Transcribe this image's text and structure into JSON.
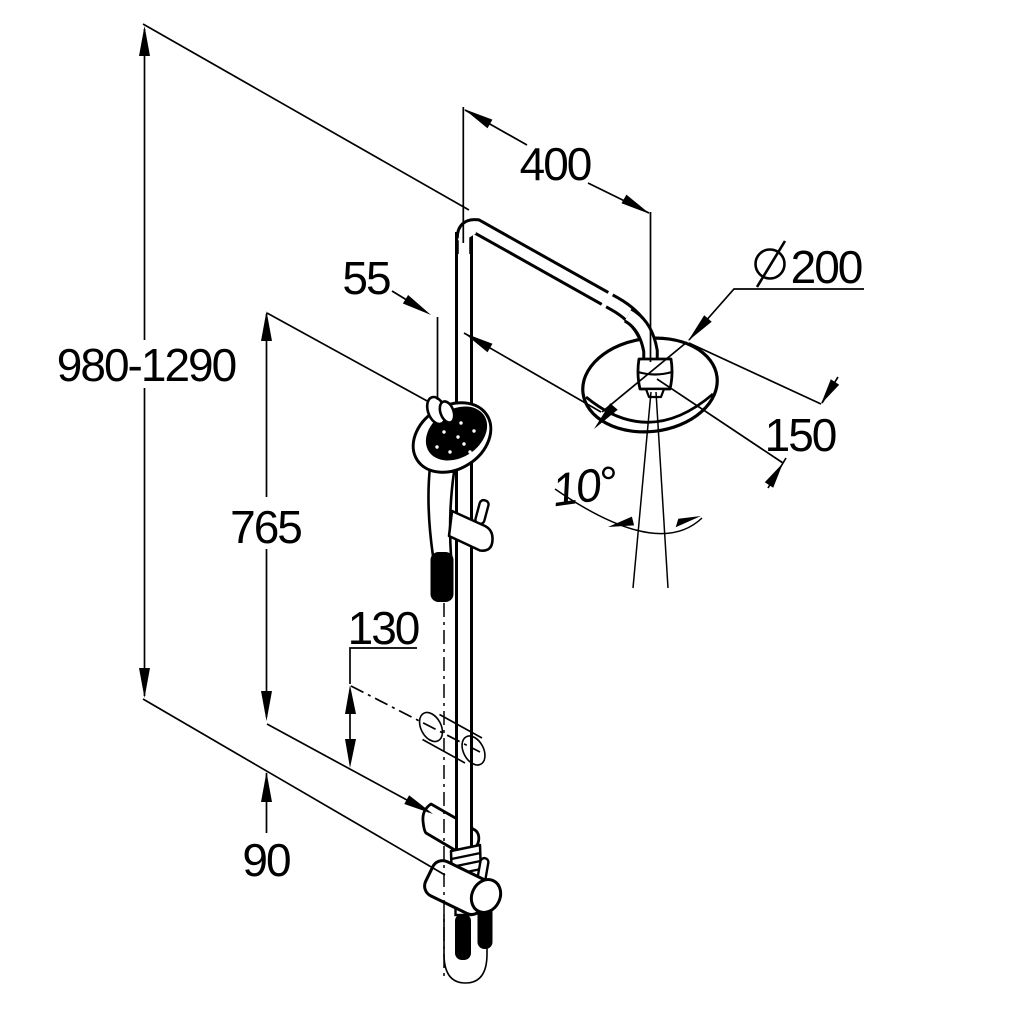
{
  "page": {
    "background": "#ffffff",
    "ink": "#000000",
    "description": "Technical dimension drawing of a shower column system with overhead shower and hand shower"
  },
  "drawing": {
    "labels": {
      "height_range": "980-1290",
      "arm_projection": "400",
      "holder_offset": "55",
      "head_diameter_symbol": "diameter-icon",
      "head_diameter_value": "200",
      "head_offset": "150",
      "rail_height": "765",
      "spray_angle": "10°",
      "supply_offset": "130",
      "lower_offset": "90"
    }
  }
}
